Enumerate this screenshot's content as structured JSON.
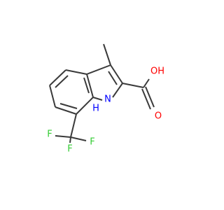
{
  "molecule": {
    "colors": {
      "bond": "#3a3a3a",
      "carbon": "#3a3a3a",
      "nitrogen": "#0000ff",
      "oxygen": "#ff0000",
      "fluorine": "#33cc33"
    },
    "atom_labels": {
      "carboxyl_hydroxyl": "OH",
      "carbonyl_oxygen": "O",
      "ring_nitrogen": "N",
      "ring_nitrogen_hydrogen": "H",
      "fluorine_right": "F",
      "fluorine_left": "F",
      "fluorine_bottom": "F"
    }
  }
}
